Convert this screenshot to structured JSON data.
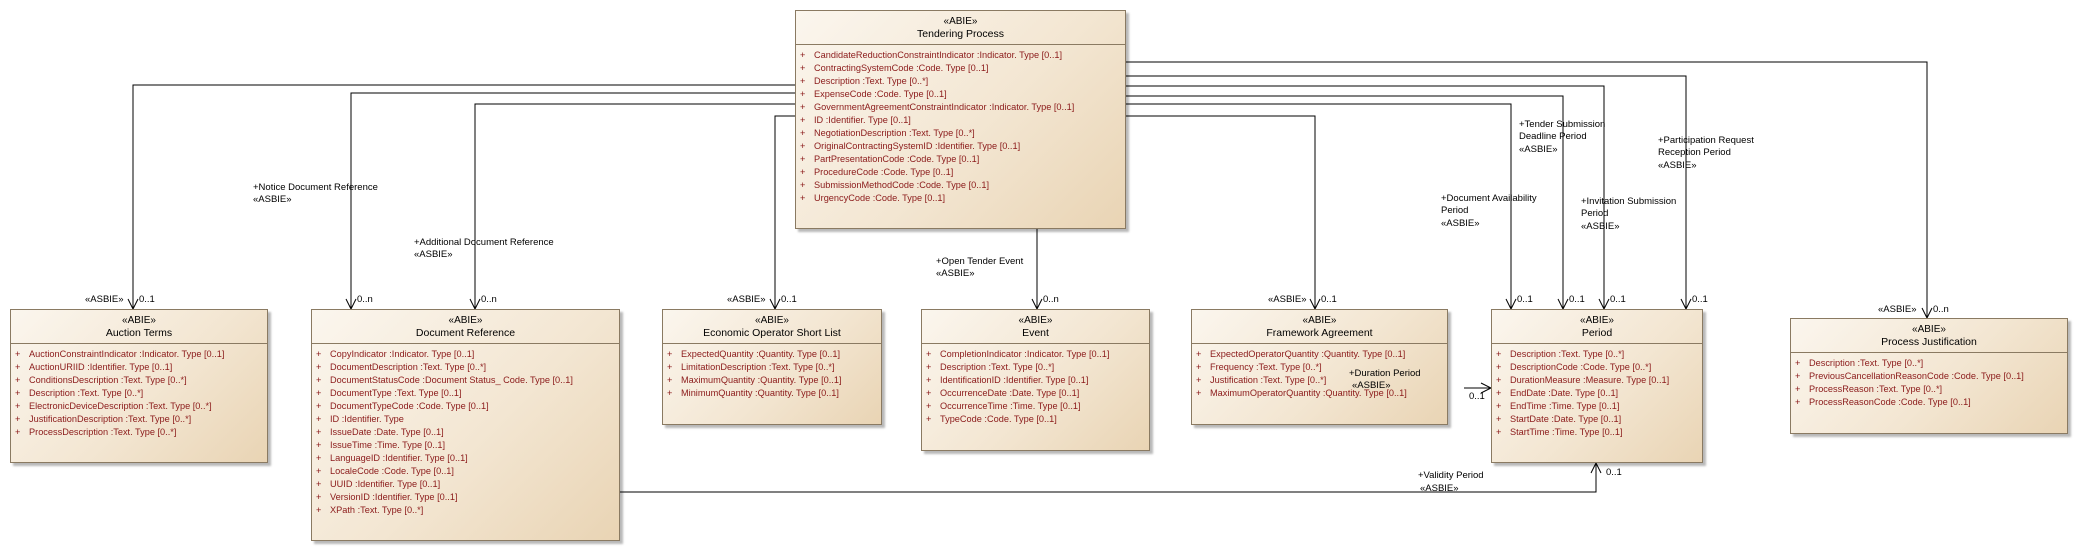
{
  "stereotype": "«ABIE»",
  "asbie": "«ASBIE»",
  "classes": {
    "tendering_process": {
      "name": "Tendering Process",
      "attributes": [
        "CandidateReductionConstraintIndicator  :Indicator. Type [0..1]",
        "ContractingSystemCode  :Code. Type [0..1]",
        "Description  :Text. Type [0..*]",
        "ExpenseCode  :Code. Type [0..1]",
        "GovernmentAgreementConstraintIndicator  :Indicator. Type [0..1]",
        "ID  :Identifier. Type [0..1]",
        "NegotiationDescription  :Text. Type [0..*]",
        "OriginalContractingSystemID  :Identifier. Type [0..1]",
        "PartPresentationCode  :Code. Type [0..1]",
        "ProcedureCode  :Code. Type [0..1]",
        "SubmissionMethodCode  :Code. Type [0..1]",
        "UrgencyCode  :Code. Type [0..1]"
      ]
    },
    "auction_terms": {
      "name": "Auction Terms",
      "attributes": [
        "AuctionConstraintIndicator  :Indicator. Type [0..1]",
        "AuctionURIID  :Identifier. Type [0..1]",
        "ConditionsDescription  :Text. Type [0..*]",
        "Description  :Text. Type [0..*]",
        "ElectronicDeviceDescription  :Text. Type [0..*]",
        "JustificationDescription  :Text. Type [0..*]",
        "ProcessDescription  :Text. Type [0..*]"
      ]
    },
    "document_reference": {
      "name": "Document Reference",
      "attributes": [
        "CopyIndicator  :Indicator. Type [0..1]",
        "DocumentDescription  :Text. Type [0..*]",
        "DocumentStatusCode  :Document Status_ Code. Type [0..1]",
        "DocumentType  :Text. Type [0..1]",
        "DocumentTypeCode  :Code. Type [0..1]",
        "ID  :Identifier. Type",
        "IssueDate  :Date. Type [0..1]",
        "IssueTime  :Time. Type [0..1]",
        "LanguageID  :Identifier. Type [0..1]",
        "LocaleCode  :Code. Type [0..1]",
        "UUID  :Identifier. Type [0..1]",
        "VersionID  :Identifier. Type [0..1]",
        "XPath  :Text. Type [0..*]"
      ]
    },
    "economic_operator_short_list": {
      "name": "Economic Operator Short List",
      "attributes": [
        "ExpectedQuantity  :Quantity. Type [0..1]",
        "LimitationDescription  :Text. Type [0..*]",
        "MaximumQuantity  :Quantity. Type [0..1]",
        "MinimumQuantity  :Quantity. Type [0..1]"
      ]
    },
    "event": {
      "name": "Event",
      "attributes": [
        "CompletionIndicator  :Indicator. Type [0..1]",
        "Description  :Text. Type [0..*]",
        "IdentificationID  :Identifier. Type [0..1]",
        "OccurrenceDate  :Date. Type [0..1]",
        "OccurrenceTime  :Time. Type [0..1]",
        "TypeCode  :Code. Type [0..1]"
      ]
    },
    "framework_agreement": {
      "name": "Framework Agreement",
      "attributes": [
        "ExpectedOperatorQuantity  :Quantity. Type [0..1]",
        "Frequency  :Text. Type [0..*]",
        "Justification  :Text. Type [0..*]",
        "MaximumOperatorQuantity  :Quantity. Type [0..1]"
      ]
    },
    "period": {
      "name": "Period",
      "attributes": [
        "Description  :Text. Type [0..*]",
        "DescriptionCode  :Code. Type [0..*]",
        "DurationMeasure  :Measure. Type [0..1]",
        "EndDate  :Date. Type [0..1]",
        "EndTime  :Time. Type [0..1]",
        "StartDate  :Date. Type [0..1]",
        "StartTime  :Time. Type [0..1]"
      ]
    },
    "process_justification": {
      "name": "Process Justification",
      "attributes": [
        "Description  :Text. Type [0..*]",
        "PreviousCancellationReasonCode  :Code. Type [0..1]",
        "ProcessReason  :Text. Type [0..*]",
        "ProcessReasonCode  :Code. Type [0..1]"
      ]
    }
  },
  "role_labels": {
    "notice_document_reference": "+Notice Document Reference",
    "additional_document_reference": "+Additional Document Reference",
    "open_tender_event": "+Open Tender Event",
    "document_availability_period": "+Document Availability\nPeriod",
    "tender_submission_deadline_period": "+Tender Submission\nDeadline Period",
    "invitation_submission_period": "+Invitation Submission\nPeriod",
    "participation_request_reception_period": "+Participation Request\nReception Period",
    "duration_period": "+Duration Period",
    "validity_period": "+Validity Period"
  },
  "multiplicities": {
    "auction_terms": "0..1",
    "notice_document_reference": "0..n",
    "additional_document_reference": "0..n",
    "economic_operator_short_list": "0..1",
    "open_tender_event": "0..n",
    "framework_agreement": "0..1",
    "document_availability_period": "0..1",
    "tender_submission_deadline_period": "0..1",
    "invitation_submission_period": "0..1",
    "participation_request_reception_period": "0..1",
    "process_justification": "0..n",
    "duration_period": "0..1",
    "validity_period": "0..1"
  },
  "attribute_visibility": "+"
}
